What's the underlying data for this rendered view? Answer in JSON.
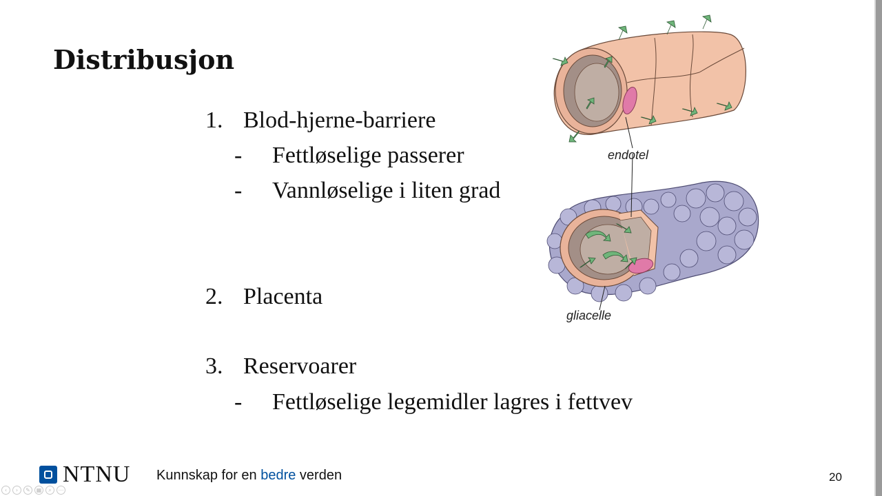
{
  "slide": {
    "title": "Distribusjon",
    "items": [
      {
        "num": "1.",
        "label": "Blod-hjerne-barriere",
        "subs": [
          "Fettløselige passerer",
          "Vannløselige i liten grad"
        ]
      },
      {
        "num": "2.",
        "label": "Placenta",
        "subs": []
      },
      {
        "num": "3.",
        "label": "Reservoarer",
        "subs": [
          "Fettløselige legemidler lagres i fettvev"
        ]
      }
    ],
    "dash": "-"
  },
  "figure": {
    "label_top": "endotel",
    "label_bottom": "gliacelle"
  },
  "footer": {
    "logo_text": "NTNU",
    "slogan_pre": "Kunnskap for en ",
    "slogan_accent": "bedre",
    "slogan_post": " verden",
    "page_number": "20"
  },
  "toolbar": {
    "icons": [
      "back-icon",
      "forward-icon",
      "pen-icon",
      "slides-icon",
      "zoom-icon",
      "more-icon"
    ]
  },
  "colors": {
    "accent": "#00509e",
    "vessel": "#f2c2a8",
    "glia": "#a9a8cc",
    "arrow": "#6fb57a",
    "cell": "#e07aa8"
  }
}
